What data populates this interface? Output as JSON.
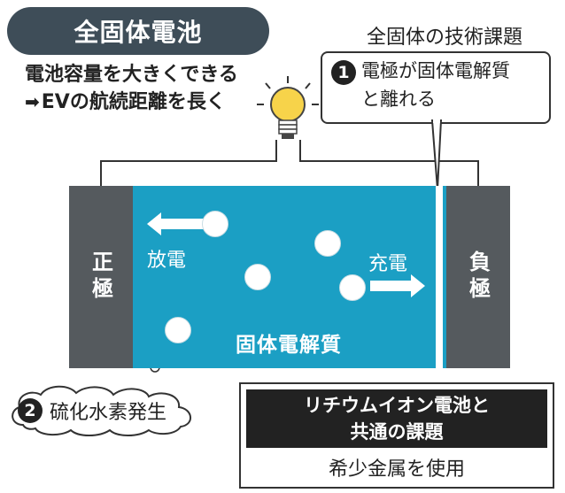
{
  "title": "全固体電池",
  "benefit": {
    "line1": "電池容量を大きくできる",
    "line2": "EVの航続距離を長く"
  },
  "issues_title": "全固体の技術課題",
  "issue1": {
    "number": "1",
    "line1": "電極が固体電解質",
    "line2": "と離れる"
  },
  "battery": {
    "positive": "正極",
    "negative": "負極",
    "discharge": "放電",
    "charge": "充電",
    "electrolyte": "固体電解質"
  },
  "issue2": {
    "number": "2",
    "text": "硫化水素発生"
  },
  "li_ion_issues": {
    "title_line1": "リチウムイオン電池と",
    "title_line2": "共通の課題",
    "item": "希少金属を使用"
  },
  "colors": {
    "electrolyte": "#1b9fc4",
    "electrode": "#555a5e",
    "title_pill": "#3e4d58",
    "bulb": "#f7d34a"
  },
  "icons": [
    "light-bulb-icon",
    "arrow-right-icon",
    "arrow-left-icon",
    "thought-cloud-icon"
  ]
}
